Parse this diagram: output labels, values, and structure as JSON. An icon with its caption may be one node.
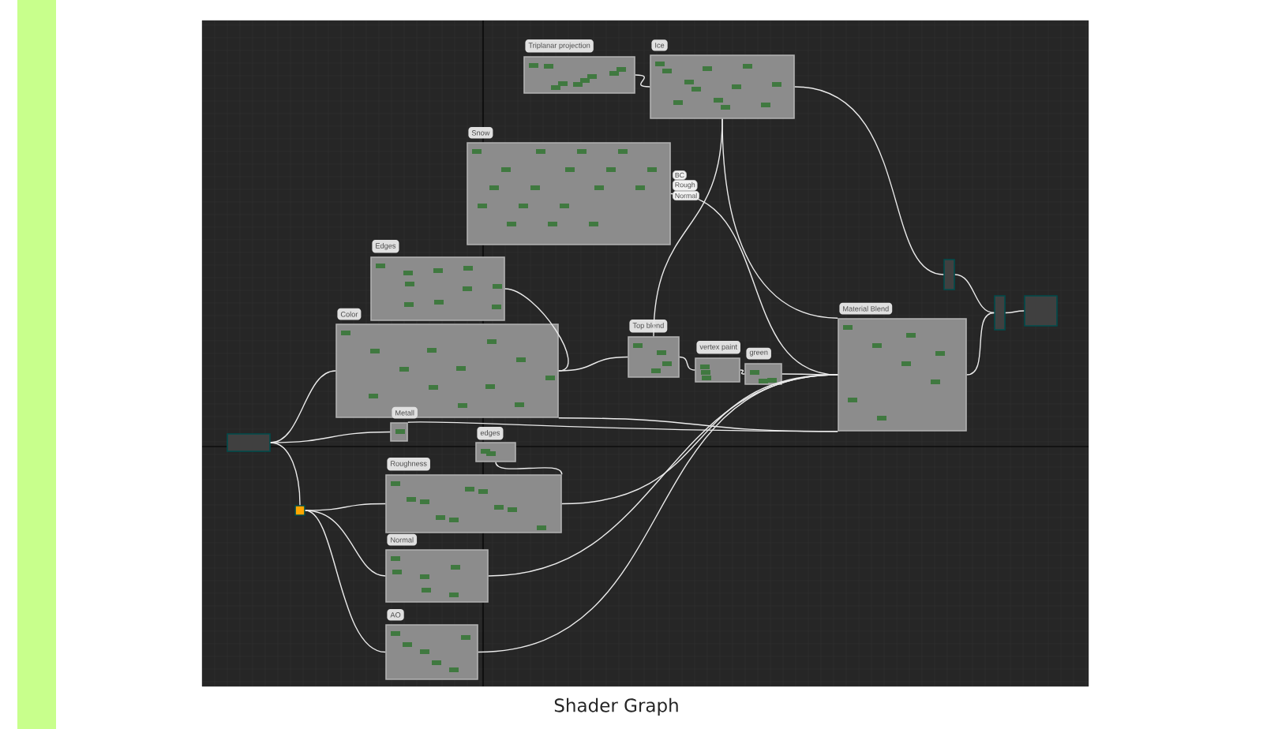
{
  "diagram": {
    "caption": "Shader Graph",
    "nodes": [
      {
        "text": [
          "Triplanar projection"
        ]
      },
      {
        "text": [
          "Ice"
        ]
      },
      {
        "text": [
          "Snow"
        ],
        "beside": [
          "BC",
          "Rough",
          "Normal"
        ]
      },
      {
        "text": [
          "Edges"
        ]
      },
      {
        "text": [
          "Color"
        ]
      },
      {
        "text": [
          "Top blend"
        ]
      },
      {
        "text": [
          "vertex paint"
        ]
      },
      {
        "text": [
          "green"
        ]
      },
      {
        "text": [
          "Material Blend"
        ]
      },
      {
        "text": [
          "Metall"
        ]
      },
      {
        "text": [
          "edges"
        ]
      },
      {
        "text": [
          "Roughness"
        ]
      },
      {
        "text": [
          "Normal"
        ]
      },
      {
        "text": [
          "AO"
        ]
      },
      {
        "text": [],
        "shape": "box"
      },
      {
        "text": [],
        "shape": "box"
      },
      {
        "text": [],
        "shape": "box"
      },
      {
        "text": [],
        "shape": "box"
      },
      {
        "text": [],
        "shape": "box"
      }
    ],
    "edges": [
      {
        "from": 0,
        "to": 1,
        "arrow": "none"
      },
      {
        "from": 1,
        "to": 16,
        "arrow": "none"
      },
      {
        "from": 1,
        "to": 8,
        "arrow": "none"
      },
      {
        "from": 2,
        "to": 8,
        "arrow": "none"
      },
      {
        "from": 3,
        "to": 4,
        "arrow": "none"
      },
      {
        "from": 4,
        "to": 5,
        "arrow": "none"
      },
      {
        "from": 4,
        "to": 8,
        "arrow": "none"
      },
      {
        "from": 14,
        "to": 4,
        "arrow": "none"
      },
      {
        "from": 14,
        "to": 15,
        "arrow": "none"
      },
      {
        "from": 15,
        "to": 11,
        "arrow": "none"
      },
      {
        "from": 15,
        "to": 12,
        "arrow": "none"
      },
      {
        "from": 15,
        "to": 13,
        "arrow": "none"
      },
      {
        "from": 14,
        "to": 9,
        "arrow": "none"
      },
      {
        "from": 10,
        "to": 11,
        "arrow": "none"
      },
      {
        "from": 11,
        "to": 8,
        "arrow": "none"
      },
      {
        "from": 12,
        "to": 8,
        "arrow": "none"
      },
      {
        "from": 13,
        "to": 8,
        "arrow": "none"
      },
      {
        "from": 5,
        "to": 6,
        "arrow": "none"
      },
      {
        "from": 6,
        "to": 7,
        "arrow": "none"
      },
      {
        "from": 7,
        "to": 8,
        "arrow": "none"
      },
      {
        "from": 8,
        "to": 17,
        "arrow": "none"
      },
      {
        "from": 16,
        "to": 17,
        "arrow": "none"
      },
      {
        "from": 17,
        "to": 18,
        "arrow": "none"
      },
      {
        "from": 1,
        "to": 5,
        "arrow": "none"
      },
      {
        "from": 9,
        "to": 8,
        "arrow": "none"
      }
    ]
  }
}
